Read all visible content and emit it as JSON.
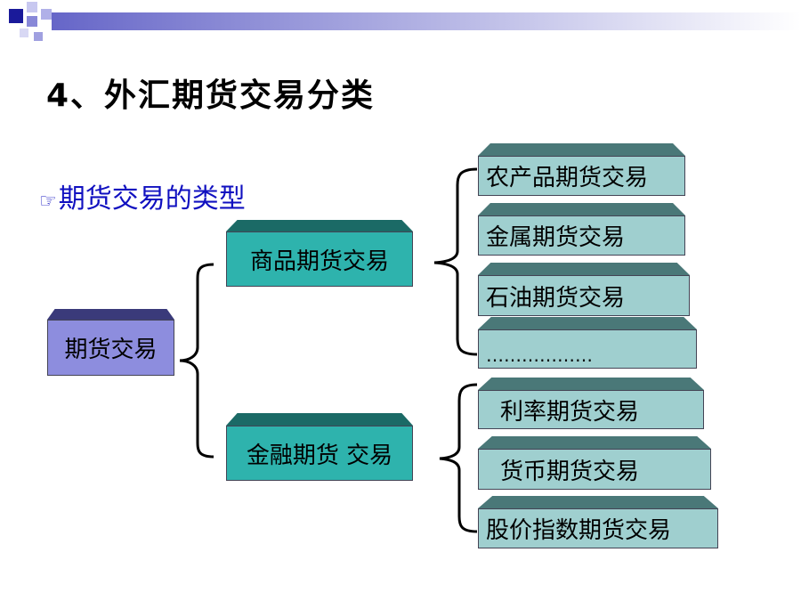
{
  "slide": {
    "title": "4、外汇期货交易分类",
    "subtitle": "期货交易的类型"
  },
  "icons": {
    "bullet": "pointing-hand-icon"
  },
  "diagram": {
    "root": "期货交易",
    "categories": [
      {
        "label": "商品期货交易",
        "children": [
          "农产品期货交易",
          "金属期货交易",
          "石油期货交易",
          "………………"
        ]
      },
      {
        "label": "金融期货 交易",
        "children": [
          "利率期货交易",
          "货币期货交易",
          "股价指数期货交易"
        ]
      }
    ]
  },
  "colors": {
    "root_fill": "#8d8dde",
    "category_fill": "#2eb3ad",
    "leaf_fill": "#9fcfcf",
    "subtitle_text": "#1010c0"
  }
}
